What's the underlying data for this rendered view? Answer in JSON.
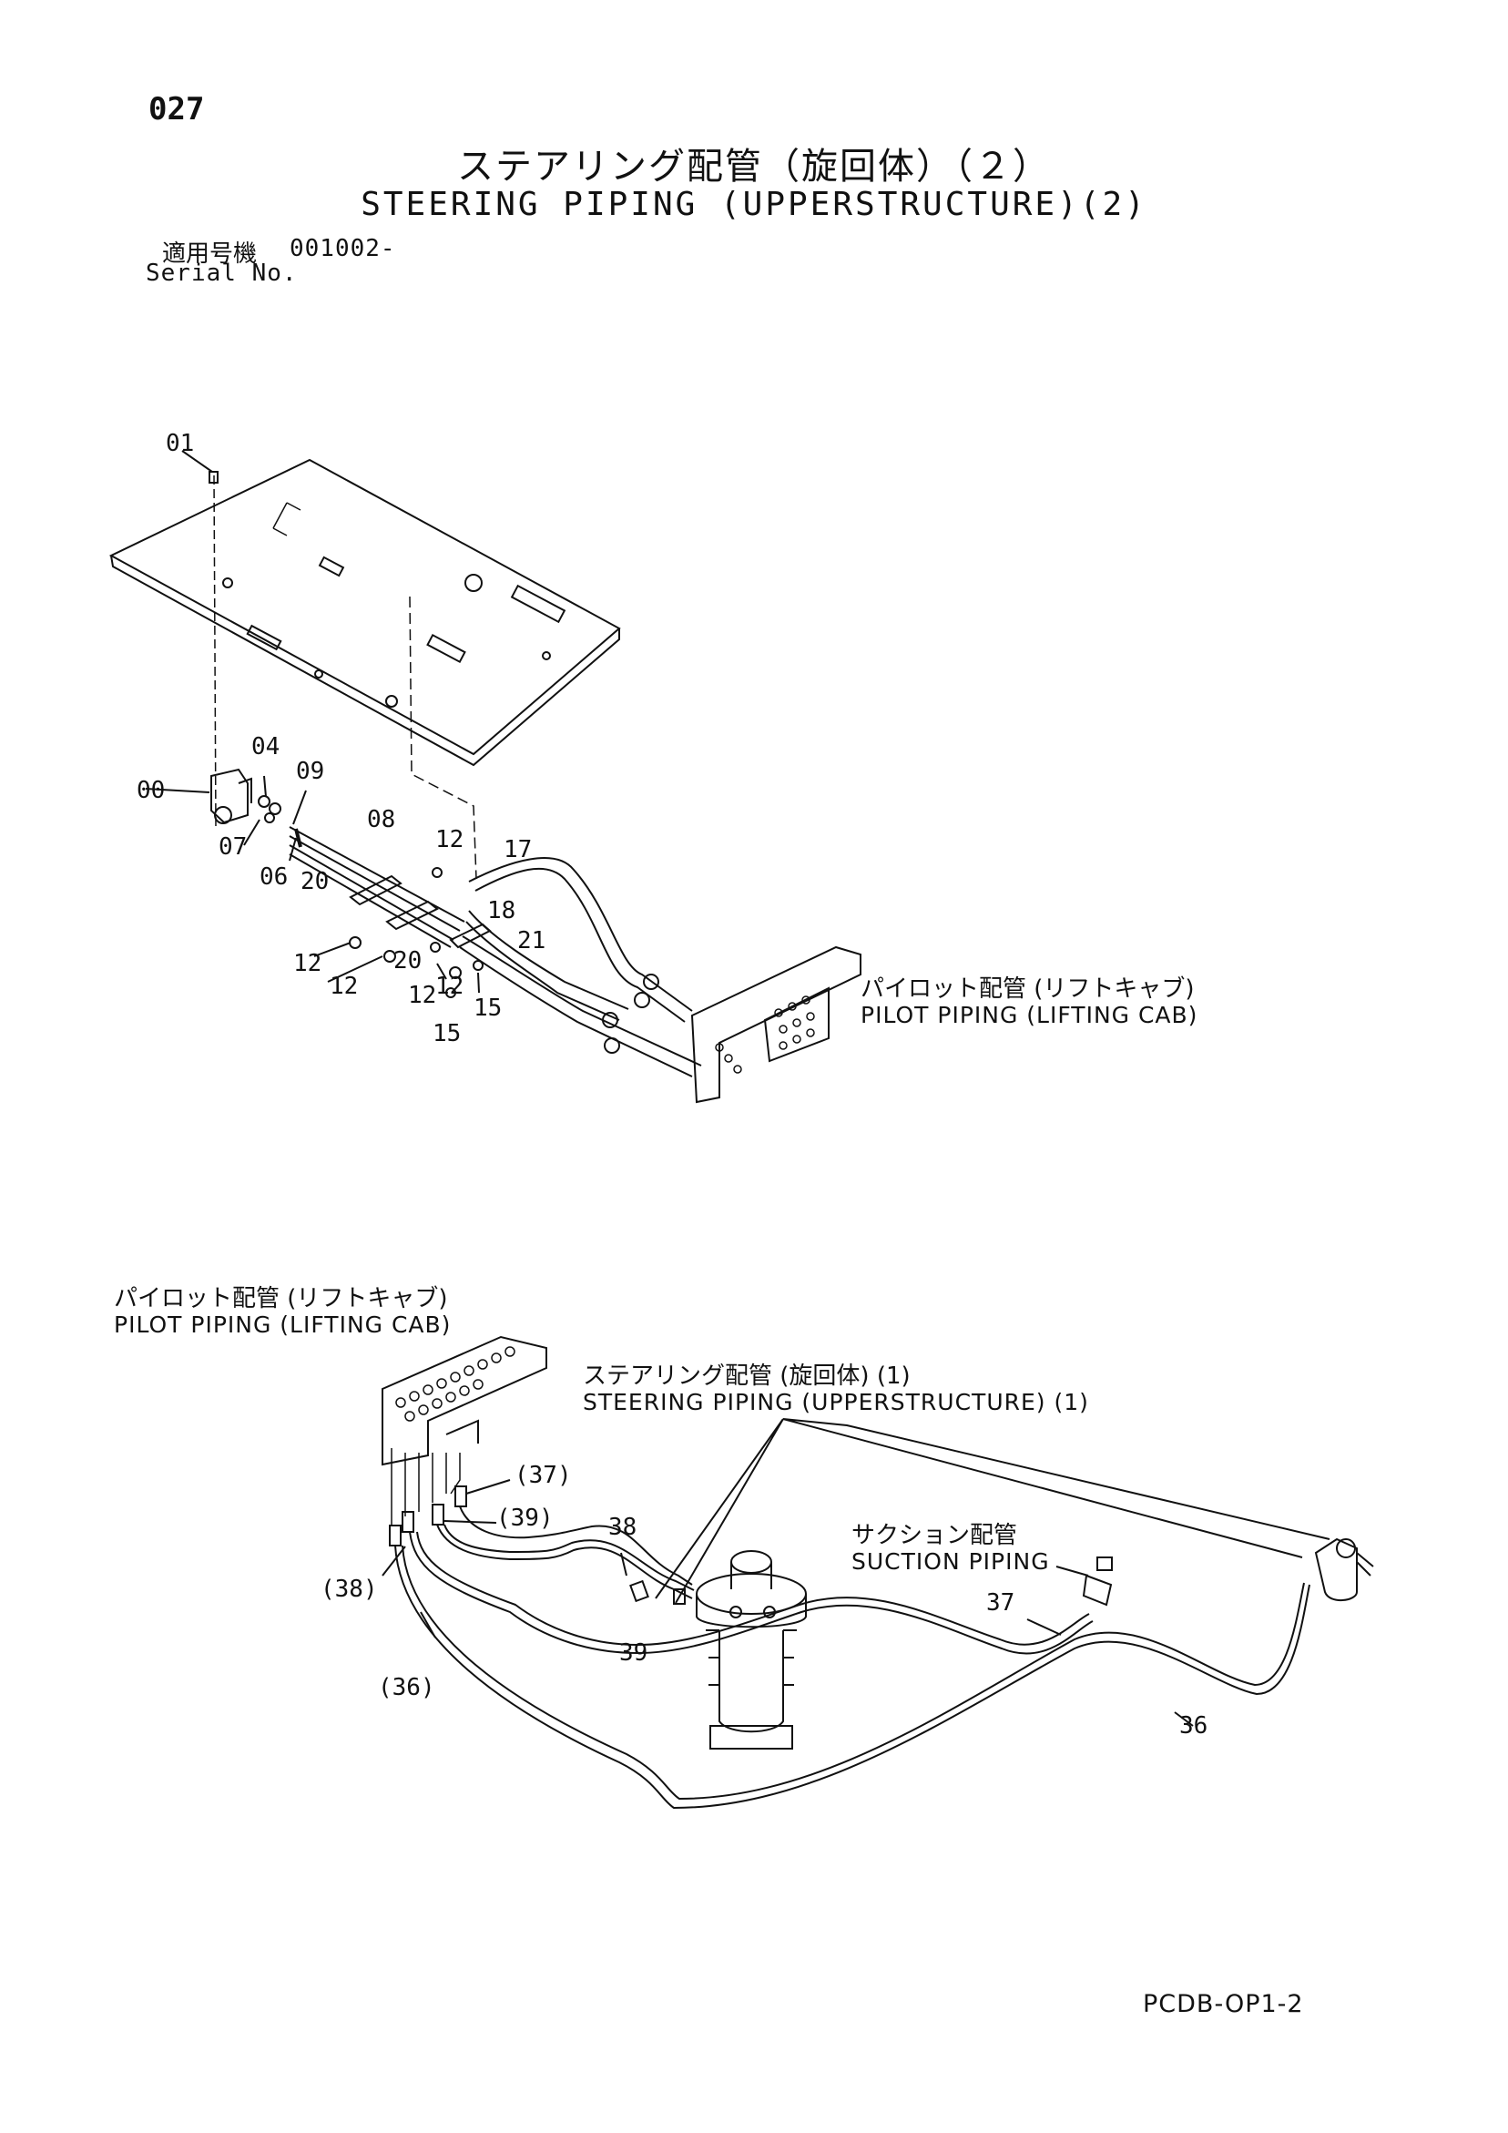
{
  "page_number": "027",
  "title_jp": "ステアリング配管（旋回体）（２）",
  "title_en": "STEERING PIPING (UPPERSTRUCTURE)(2)",
  "serial": {
    "label_jp": "適用号機",
    "label_en": "Serial No.",
    "value": "001002-"
  },
  "top_callouts": [
    "01",
    "04",
    "09",
    "00",
    "07",
    "06",
    "08",
    "20",
    "12",
    "17",
    "18",
    "21",
    "12",
    "20",
    "12",
    "12",
    "12",
    "15",
    "15"
  ],
  "top_caption": {
    "jp": "パイロット配管 (リフトキャブ)",
    "en": "PILOT PIPING (LIFTING CAB)"
  },
  "bottom_caption_pilot": {
    "jp": "パイロット配管 (リフトキャブ)",
    "en": "PILOT PIPING (LIFTING CAB)"
  },
  "bottom_caption_steering": {
    "jp": "ステアリング配管 (旋回体) (1)",
    "en": "STEERING PIPING (UPPERSTRUCTURE) (1)"
  },
  "bottom_caption_suction": {
    "jp": "サクション配管",
    "en": "SUCTION PIPING"
  },
  "bottom_callouts": [
    "(37)",
    "(39)",
    "38",
    "(38)",
    "39",
    "(36)",
    "37",
    "36"
  ],
  "doc_code": "PCDB-OP1-2"
}
